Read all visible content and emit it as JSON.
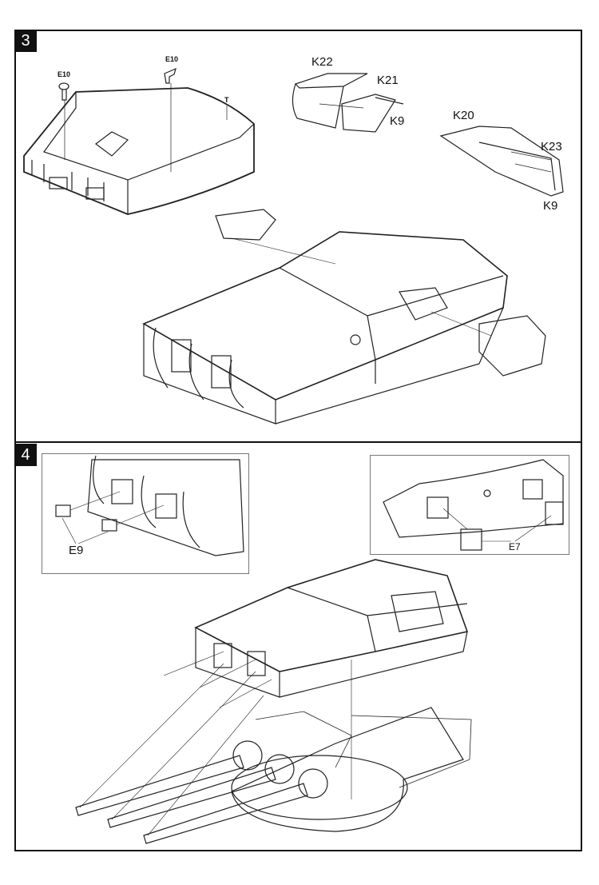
{
  "steps": [
    {
      "number": "3",
      "labels": {
        "e10_left": "E10",
        "e10_right": "E10",
        "t": "T",
        "k22": "K22",
        "k21": "K21",
        "k9_a": "K9",
        "k20": "K20",
        "k23": "K23",
        "k9_b": "K9"
      }
    },
    {
      "number": "4",
      "labels": {
        "e9": "E9",
        "e7": "E7"
      }
    }
  ]
}
